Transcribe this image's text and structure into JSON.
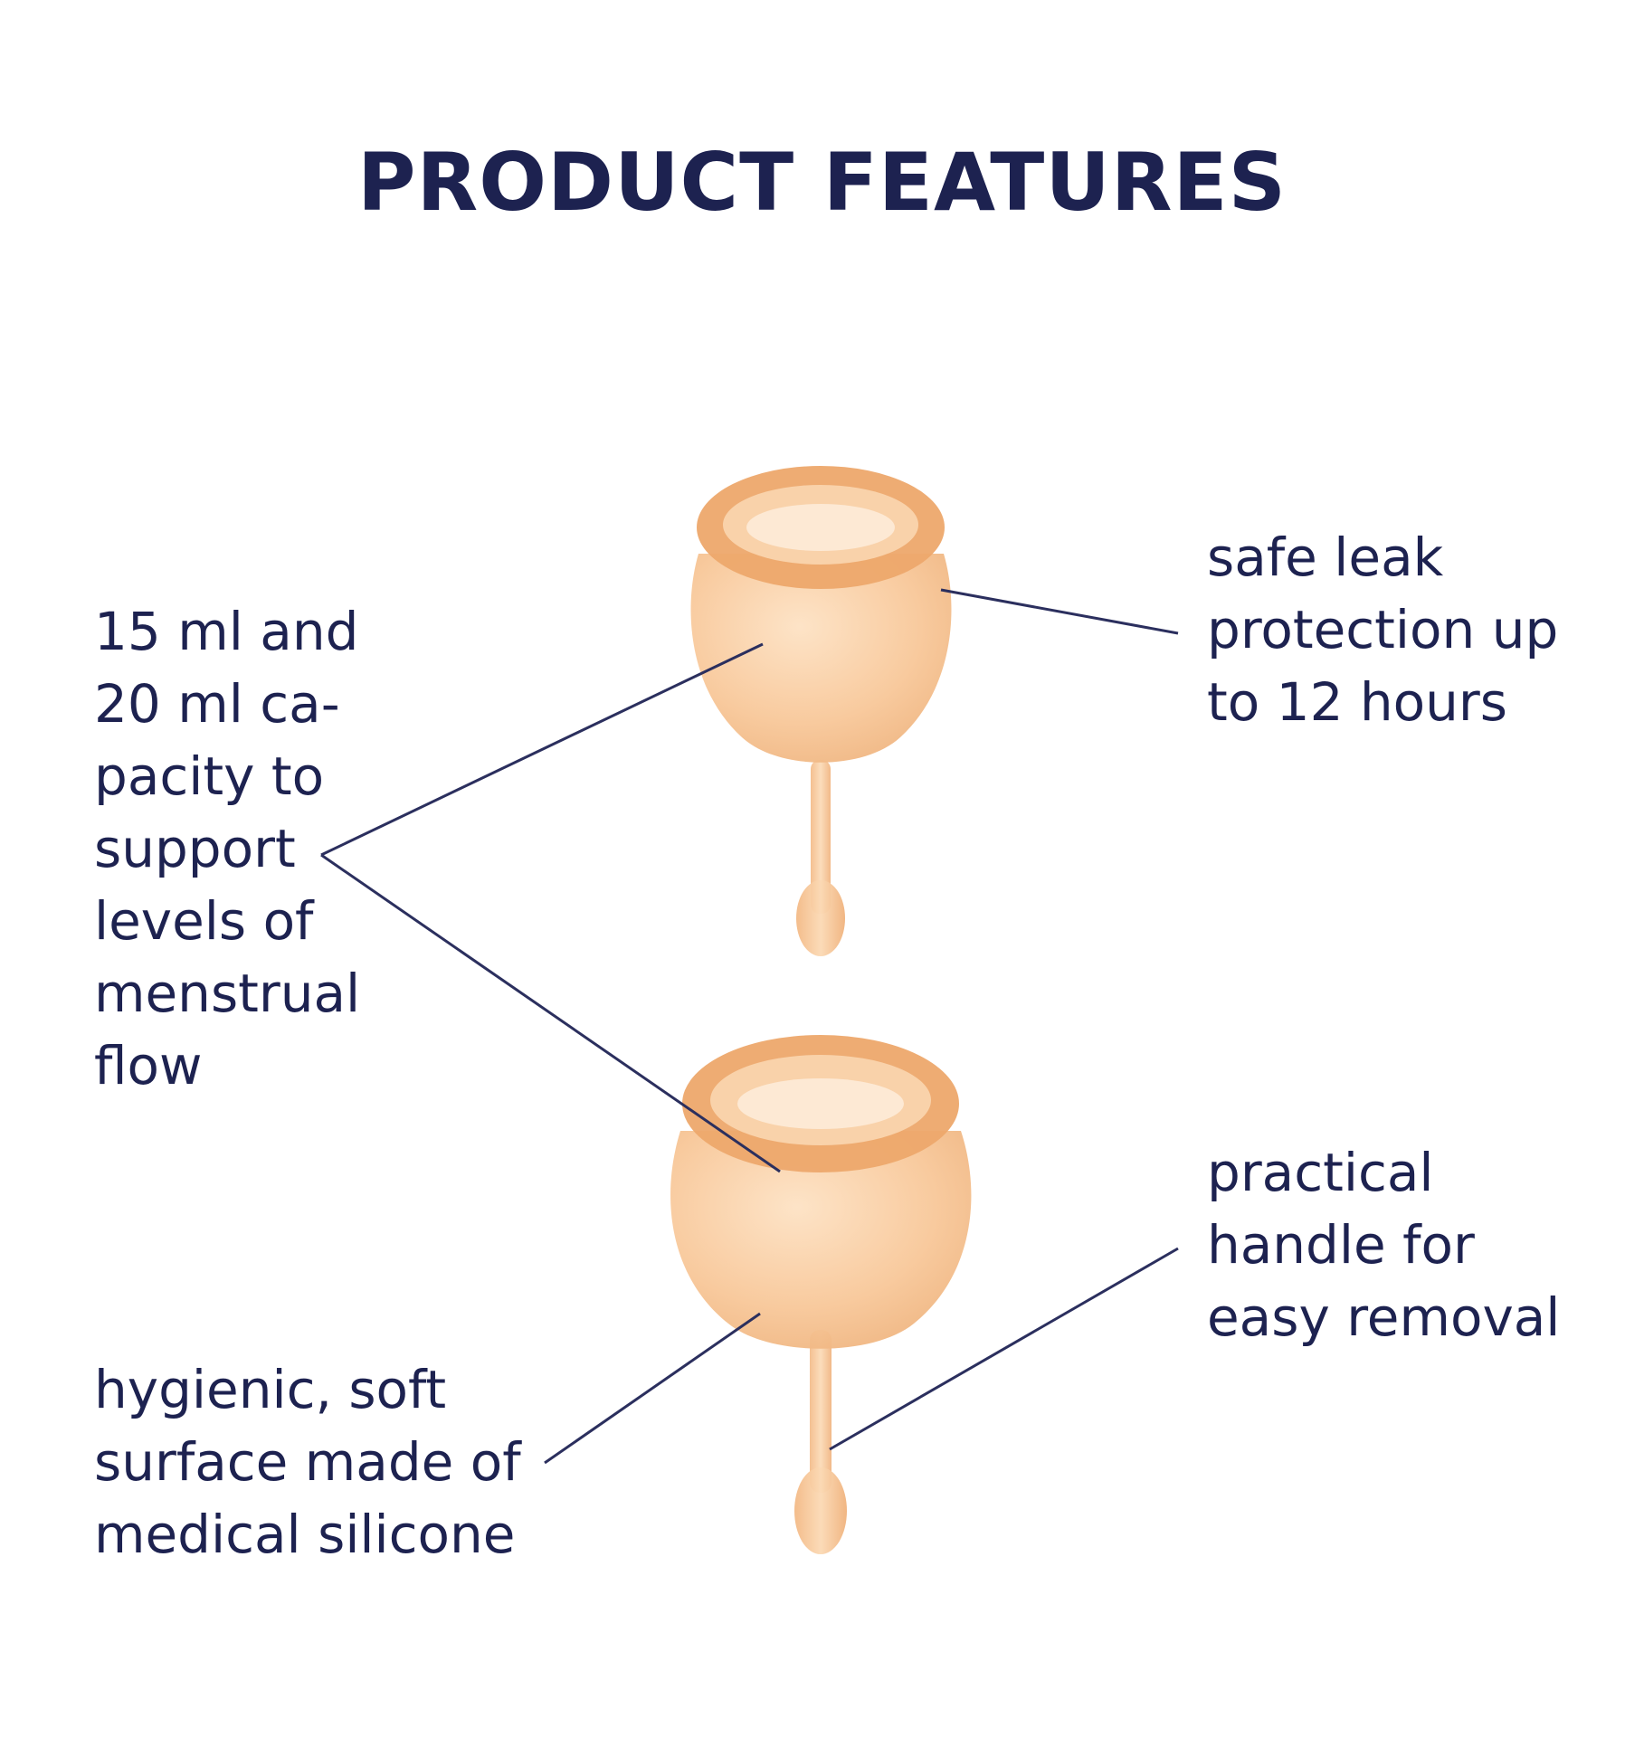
{
  "title": "PRODUCT FEATURES",
  "features": {
    "capacity": [
      "15 ml and",
      "20 ml ca-",
      "pacity to",
      "support",
      "levels of",
      "menstrual",
      "flow"
    ],
    "leak": [
      "safe leak",
      "protection up",
      "to 12 hours"
    ],
    "surface": [
      "hygienic, soft",
      "surface made of",
      "medical silicone"
    ],
    "handle": [
      "practical",
      "handle for",
      "easy removal"
    ]
  },
  "colors": {
    "text": "#1d2250",
    "cup_fill": "#f8c89a",
    "cup_rim": "#e8a46a",
    "cup_inner": "#fbe3c8",
    "leader_line": "#2b2f5e"
  }
}
